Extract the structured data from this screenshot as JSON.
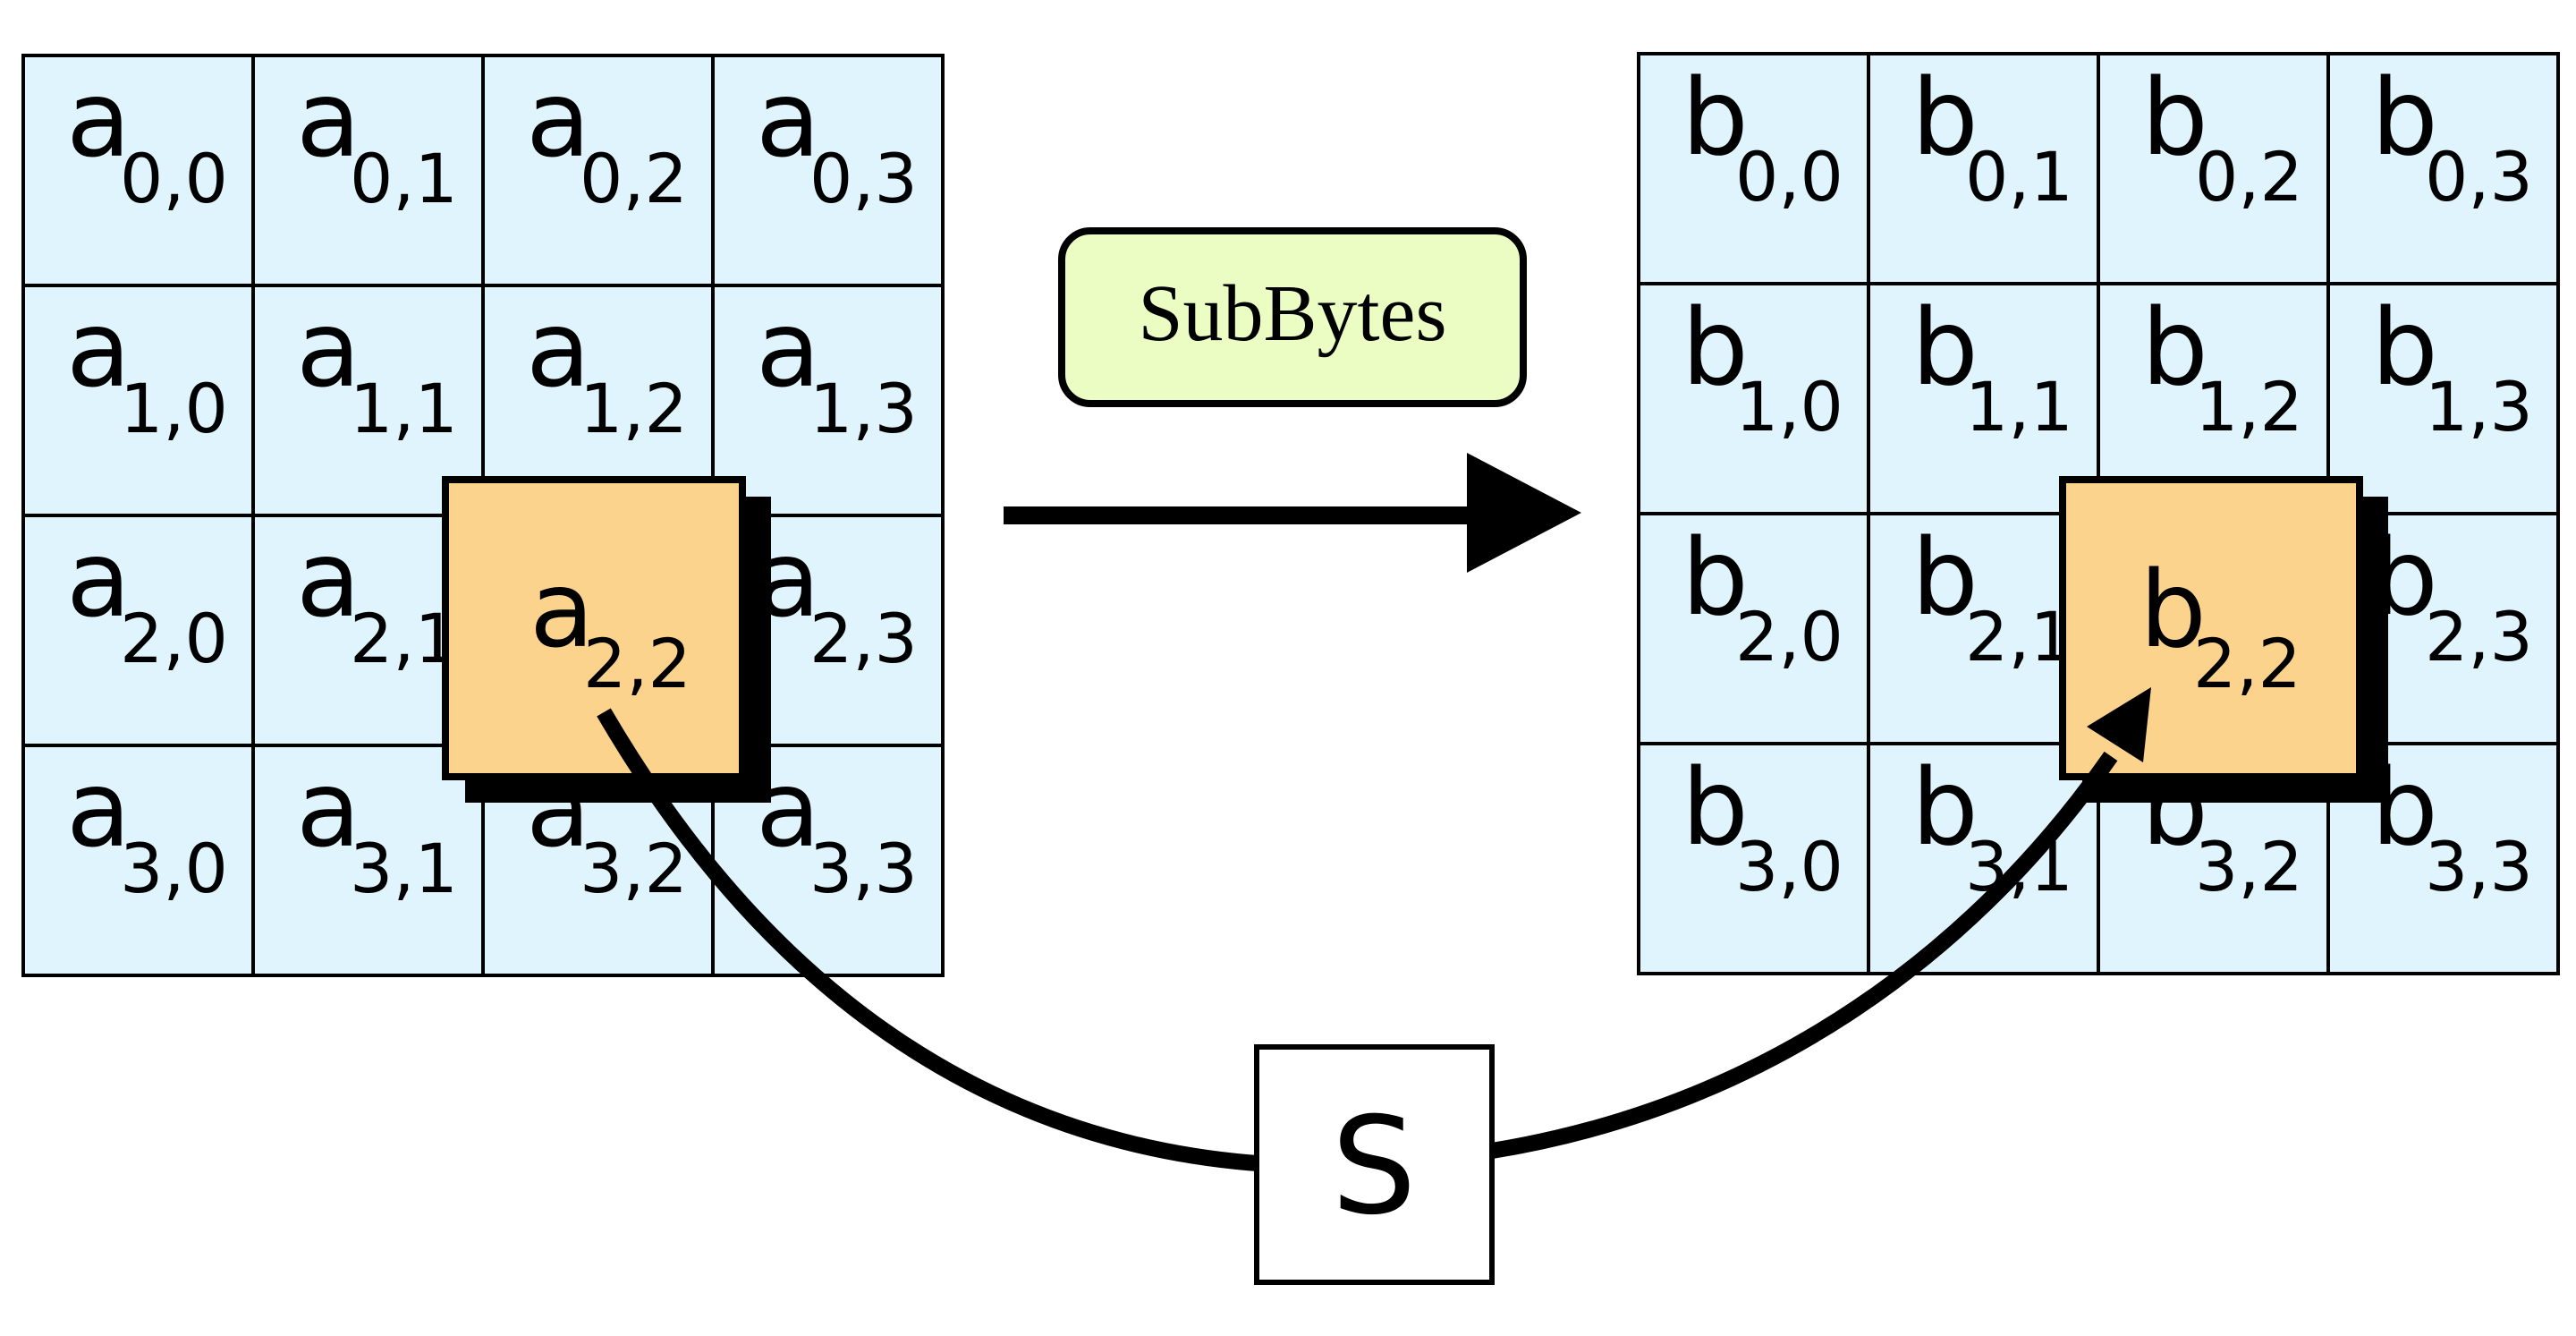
{
  "operation": {
    "label": "SubBytes",
    "fill": "#ebfdc2"
  },
  "state_in": {
    "letter": "a",
    "cells": [
      [
        "0,0",
        "0,1",
        "0,2",
        "0,3"
      ],
      [
        "1,0",
        "1,1",
        "1,2",
        "1,3"
      ],
      [
        "2,0",
        "2,1",
        "2,2",
        "2,3"
      ],
      [
        "3,0",
        "3,1",
        "3,2",
        "3,3"
      ]
    ],
    "highlight_index": "2,2"
  },
  "state_out": {
    "letter": "b",
    "cells": [
      [
        "0,0",
        "0,1",
        "0,2",
        "0,3"
      ],
      [
        "1,0",
        "1,1",
        "1,2",
        "1,3"
      ],
      [
        "2,0",
        "2,1",
        "2,2",
        "2,3"
      ],
      [
        "3,0",
        "3,1",
        "3,2",
        "3,3"
      ]
    ],
    "highlight_index": "2,2"
  },
  "sbox": {
    "label": "S"
  },
  "colors": {
    "cell_fill": "#dff4fc",
    "highlight_fill": "#fcd38d"
  }
}
